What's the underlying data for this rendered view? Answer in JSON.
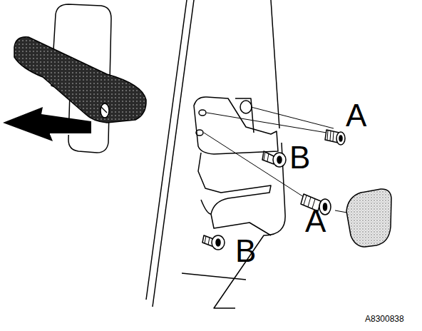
{
  "diagram": {
    "labels": [
      "A",
      "B",
      "A",
      "B",
      "A8300838"
    ]
  }
}
